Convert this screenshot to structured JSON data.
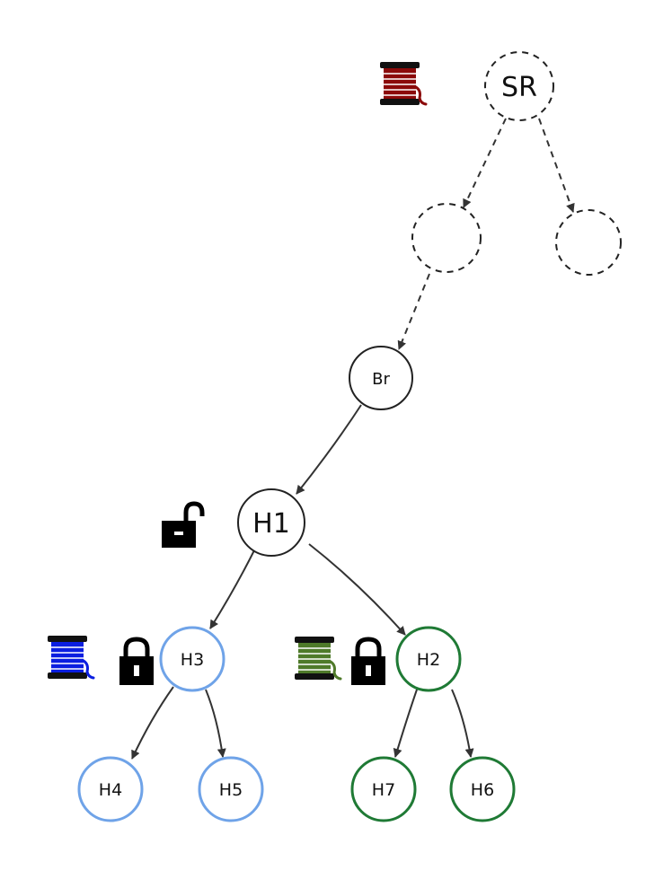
{
  "diagram": {
    "nodes": {
      "sr": {
        "label": "SR",
        "style": "dashed",
        "color": "#222222"
      },
      "anon_left": {
        "label": "",
        "style": "dashed",
        "color": "#222222"
      },
      "anon_right": {
        "label": "",
        "style": "dashed",
        "color": "#222222"
      },
      "br": {
        "label": "Br",
        "style": "solid",
        "color": "#222222"
      },
      "h1": {
        "label": "H1",
        "style": "solid",
        "color": "#222222"
      },
      "h3": {
        "label": "H3",
        "style": "solid",
        "color": "#6fa3e8"
      },
      "h2": {
        "label": "H2",
        "style": "solid",
        "color": "#1f7a35"
      },
      "h4": {
        "label": "H4",
        "style": "solid",
        "color": "#6fa3e8"
      },
      "h5": {
        "label": "H5",
        "style": "solid",
        "color": "#6fa3e8"
      },
      "h7": {
        "label": "H7",
        "style": "solid",
        "color": "#1f7a35"
      },
      "h6": {
        "label": "H6",
        "style": "solid",
        "color": "#1f7a35"
      }
    },
    "edges": [
      {
        "from": "sr",
        "to": "anon_left",
        "style": "dashed"
      },
      {
        "from": "sr",
        "to": "anon_right",
        "style": "dashed"
      },
      {
        "from": "anon_left",
        "to": "br",
        "style": "dashed"
      },
      {
        "from": "br",
        "to": "h1",
        "style": "solid"
      },
      {
        "from": "h1",
        "to": "h3",
        "style": "solid"
      },
      {
        "from": "h1",
        "to": "h2",
        "style": "solid"
      },
      {
        "from": "h3",
        "to": "h4",
        "style": "solid"
      },
      {
        "from": "h3",
        "to": "h5",
        "style": "solid"
      },
      {
        "from": "h2",
        "to": "h7",
        "style": "solid"
      },
      {
        "from": "h2",
        "to": "h6",
        "style": "solid"
      }
    ],
    "icons": {
      "spool_sr": {
        "name": "thread-spool-icon",
        "color": "#8b0a0a"
      },
      "unlock_h1": {
        "name": "unlocked-padlock-icon",
        "color": "#000000"
      },
      "spool_h3": {
        "name": "thread-spool-icon",
        "color": "#0a1ee0"
      },
      "lock_h3": {
        "name": "locked-padlock-icon",
        "color": "#000000"
      },
      "spool_h2": {
        "name": "thread-spool-icon",
        "color": "#4f7a2a"
      },
      "lock_h2": {
        "name": "locked-padlock-icon",
        "color": "#000000"
      }
    },
    "colors": {
      "edge": "#333333",
      "blue_group": "#6fa3e8",
      "green_group": "#1f7a35"
    }
  }
}
